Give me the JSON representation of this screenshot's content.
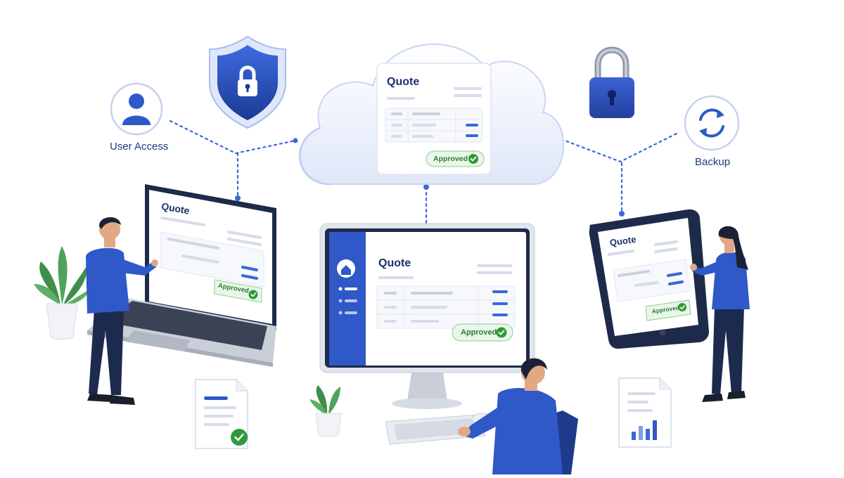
{
  "labels": {
    "user_access": "User Access",
    "backup": "Backup"
  },
  "quote_cards": {
    "cloud": {
      "title": "Quote",
      "status": "Approved"
    },
    "laptop": {
      "title": "Quote",
      "status": "Approved"
    },
    "monitor": {
      "title": "Quote",
      "status": "Approved"
    },
    "tablet": {
      "title": "Quote",
      "status": "Approved"
    }
  },
  "icons": {
    "shield": "shield-lock-icon",
    "padlock": "padlock-icon",
    "user": "user-icon",
    "sync": "sync-icon",
    "home": "home-icon",
    "check": "check-icon",
    "document": "document-icon",
    "report": "bar-chart-document-icon"
  },
  "colors": {
    "primary_blue": "#2f58c9",
    "navy": "#1a2f6e",
    "approved_green": "#2e7d32",
    "connector": "#3a68d8"
  }
}
